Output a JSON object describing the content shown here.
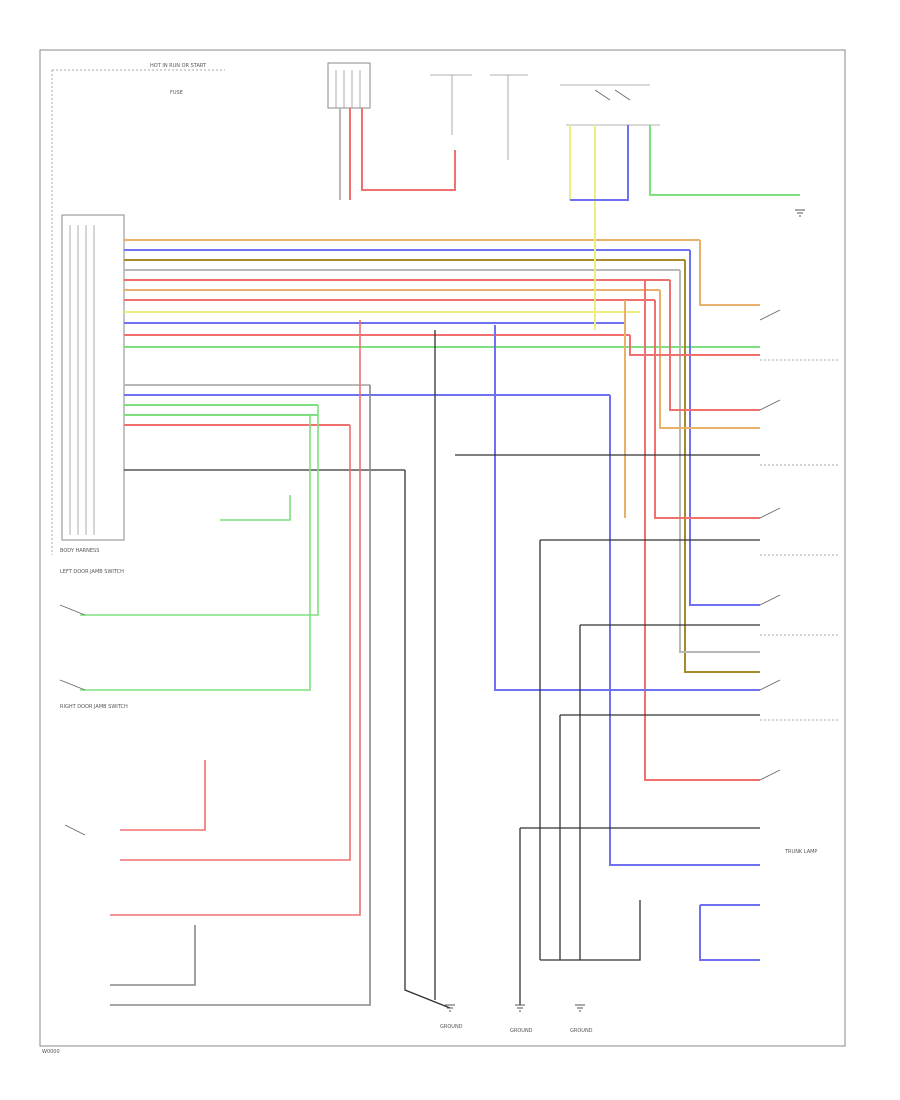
{
  "colors": {
    "tan": "#e8b06a",
    "blue": "#6f72f0",
    "brown": "#a88a2a",
    "gray": "#b8b8b8",
    "red": "#f07070",
    "green": "#7ee07e",
    "black": "#333333",
    "yellow": "#eeee80",
    "frame": "#888888"
  },
  "labels": {
    "top_left": "HOT IN RUN OR START",
    "fuse_left": "FUSE",
    "code": "W0000",
    "harness": "BODY HARNESS",
    "door_jam_left": "LEFT DOOR JAMB SWITCH",
    "door_jam_right": "RIGHT DOOR JAMB SWITCH",
    "trunk_lamp": "TRUNK LAMP",
    "ground_left": "GROUND",
    "ground_mid": "GROUND",
    "ground_right": "GROUND"
  }
}
